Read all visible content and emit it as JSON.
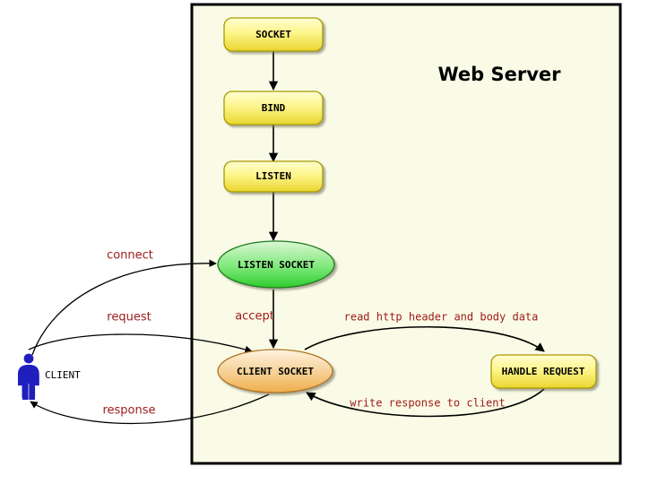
{
  "frame": {
    "title": "Web Server",
    "background_color": "#fafbe6",
    "border_color": "#000000"
  },
  "colors": {
    "process_fill_light": "#fffbb0",
    "process_fill_dark": "#ecd93a",
    "listen_socket_fill_light": "#d6f5cf",
    "listen_socket_fill_dark": "#3fd43f",
    "client_socket_fill_light": "#fbf0d6",
    "client_socket_fill_dark": "#eeb24f",
    "edge_label_color": "#9c1b1b",
    "client_figure_color": "#1f1fbe",
    "edge_color": "#000000"
  },
  "nodes": [
    {
      "id": "socket",
      "label": "SOCKET",
      "shape": "rounded-rect"
    },
    {
      "id": "bind",
      "label": "BIND",
      "shape": "rounded-rect"
    },
    {
      "id": "listen",
      "label": "LISTEN",
      "shape": "rounded-rect"
    },
    {
      "id": "listen_socket",
      "label": "LISTEN SOCKET",
      "shape": "ellipse"
    },
    {
      "id": "client_socket",
      "label": "CLIENT SOCKET",
      "shape": "ellipse"
    },
    {
      "id": "handle_request",
      "label": "HANDLE REQUEST",
      "shape": "rounded-rect"
    }
  ],
  "actor": {
    "label": "CLIENT",
    "icon": "person-icon"
  },
  "edges": [
    {
      "id": "socket_bind",
      "label": "",
      "from": "socket",
      "to": "bind"
    },
    {
      "id": "bind_listen",
      "label": "",
      "from": "bind",
      "to": "listen"
    },
    {
      "id": "listen_listensocket",
      "label": "",
      "from": "listen",
      "to": "listen_socket"
    },
    {
      "id": "accept",
      "label": "accept",
      "from": "listen_socket",
      "to": "client_socket"
    },
    {
      "id": "connect",
      "label": "connect",
      "from": "client",
      "to": "listen_socket"
    },
    {
      "id": "request",
      "label": "request",
      "from": "client",
      "to": "client_socket"
    },
    {
      "id": "response",
      "label": "response",
      "from": "client_socket",
      "to": "client"
    },
    {
      "id": "read_http",
      "label": "read http header and body data",
      "from": "client_socket",
      "to": "handle_request"
    },
    {
      "id": "write_response",
      "label": "write response to client",
      "from": "handle_request",
      "to": "client_socket"
    }
  ]
}
